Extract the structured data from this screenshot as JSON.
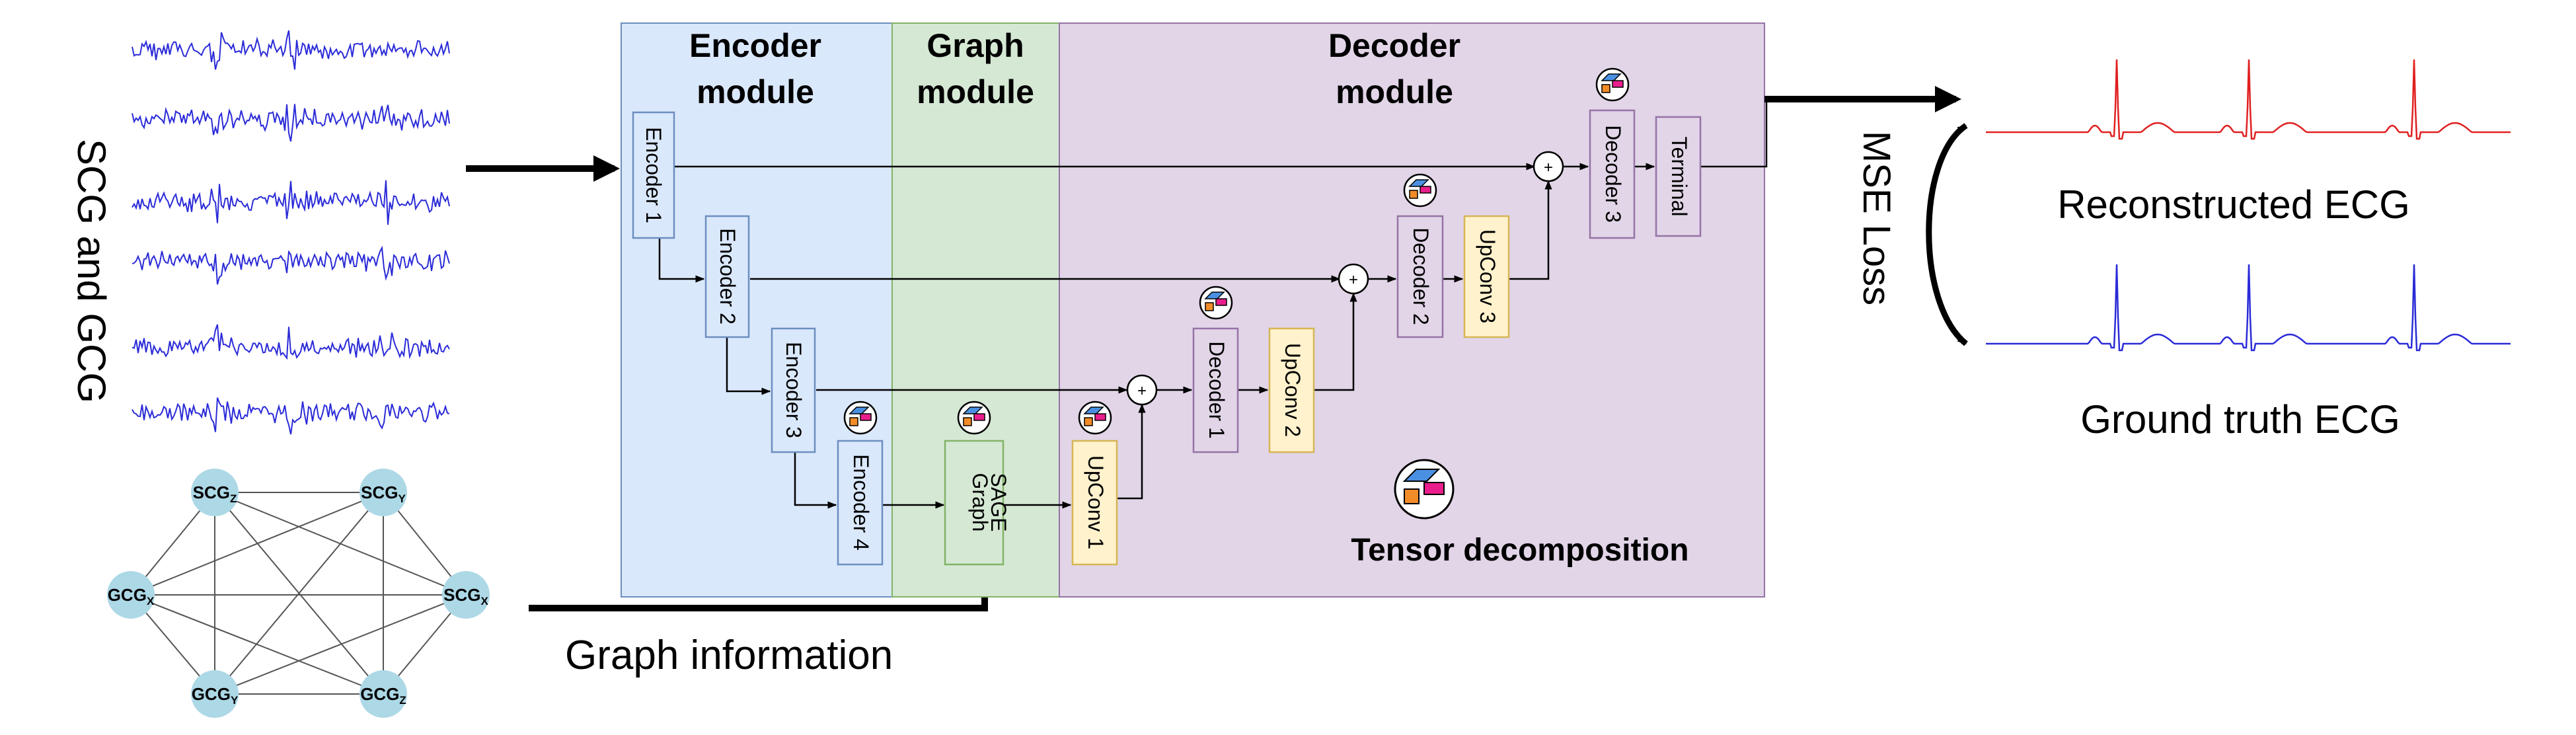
{
  "left": {
    "signals_label": "SCG and GCG"
  },
  "graph_nodes": [
    {
      "id": "scgz",
      "main": "SCG",
      "sub": "Z"
    },
    {
      "id": "scgy",
      "main": "SCG",
      "sub": "Y"
    },
    {
      "id": "gcgx",
      "main": "GCG",
      "sub": "X"
    },
    {
      "id": "scgx",
      "main": "SCG",
      "sub": "X"
    },
    {
      "id": "gcgy",
      "main": "GCG",
      "sub": "Y"
    },
    {
      "id": "gcgz",
      "main": "GCG",
      "sub": "Z"
    }
  ],
  "graph_info_label": "Graph information",
  "modules": {
    "encoder_title_1": "Encoder",
    "encoder_title_2": "module",
    "graph_title_1": "Graph",
    "graph_title_2": "module",
    "decoder_title_1": "Decoder",
    "decoder_title_2": "module"
  },
  "blocks": {
    "encoder1": "Encoder 1",
    "encoder2": "Encoder 2",
    "encoder3": "Encoder 3",
    "encoder4": "Encoder 4",
    "graphsage_1": "Graph",
    "graphsage_2": "SAGE",
    "upconv1": "UpConv 1",
    "decoder1": "Decoder 1",
    "upconv2": "UpConv 2",
    "decoder2": "Decoder 2",
    "upconv3": "UpConv 3",
    "decoder3": "Decoder 3",
    "terminal": "Terminal"
  },
  "plus_symbol": "+",
  "tensor_label": "Tensor decomposition",
  "loss_label": "MSE Loss",
  "reconstructed_label": "Reconstructed ECG",
  "ground_truth_label": "Ground truth ECG",
  "colors": {
    "encoder_bg": "#dae8fc",
    "encoder_border": "#6c8ebf",
    "graph_bg": "#d5e8d4",
    "graph_border": "#82b366",
    "decoder_bg": "#e1d5e7",
    "decoder_border": "#9673a6",
    "upconv_bg": "#fff2cc",
    "upconv_border": "#d6b656",
    "node_fill": "#add8e6",
    "signal_blue": "#2b2bd8",
    "signal_red": "#e02020"
  }
}
